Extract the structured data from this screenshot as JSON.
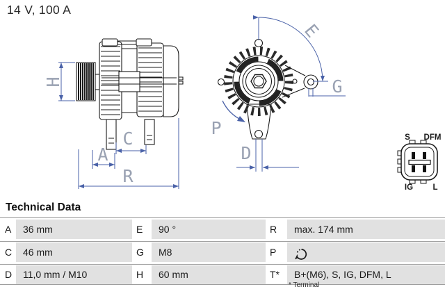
{
  "header": {
    "title": "14 V, 100 A"
  },
  "diagram": {
    "dimension_labels": {
      "H": "H",
      "A": "A",
      "C": "C",
      "R": "R",
      "E": "E",
      "G": "G",
      "P": "P",
      "D": "D"
    },
    "connector": {
      "top_left": "S",
      "top_right": "DFM",
      "bottom_left": "IG",
      "bottom_right": "L"
    },
    "colors": {
      "dimension_line": "#4a62a8",
      "dimension_label": "#99a1b2",
      "outline": "#1a1a1a"
    }
  },
  "table": {
    "heading": "Technical Data",
    "rows": [
      {
        "c1": {
          "label": "A",
          "value": "36 mm"
        },
        "c2": {
          "label": "E",
          "value": "90 °"
        },
        "c3": {
          "label": "R",
          "value": "max. 174 mm"
        }
      },
      {
        "c1": {
          "label": "C",
          "value": "46 mm"
        },
        "c2": {
          "label": "G",
          "value": "M8"
        },
        "c3": {
          "label": "P",
          "value": "",
          "icon": "counterclockwise-rotation-icon"
        }
      },
      {
        "c1": {
          "label": "D",
          "value": "11,0 mm / M10"
        },
        "c2": {
          "label": "H",
          "value": "60 mm"
        },
        "c3": {
          "label": "T*",
          "value": "B+(M6), S, IG, DFM, L"
        }
      }
    ],
    "footnote": "* Terminal",
    "cell_background": "#e1e1e1"
  }
}
